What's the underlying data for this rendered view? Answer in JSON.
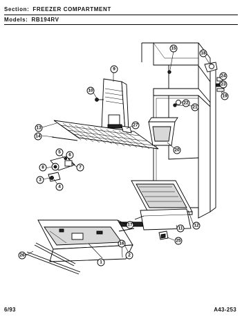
{
  "header": {
    "section_label": "Section:",
    "section_value": "FREEZER COMPARTMENT",
    "models_label": "Models:",
    "models_value": "RB194RV"
  },
  "footer": {
    "date": "6/93",
    "code": "A43-253"
  },
  "callouts": [
    "1",
    "2",
    "3",
    "4",
    "5",
    "6",
    "7",
    "8",
    "9",
    "10",
    "11",
    "12",
    "13",
    "14",
    "15",
    "16",
    "17",
    "18",
    "19",
    "20",
    "21",
    "22",
    "23",
    "24",
    "25",
    "26",
    "27"
  ]
}
